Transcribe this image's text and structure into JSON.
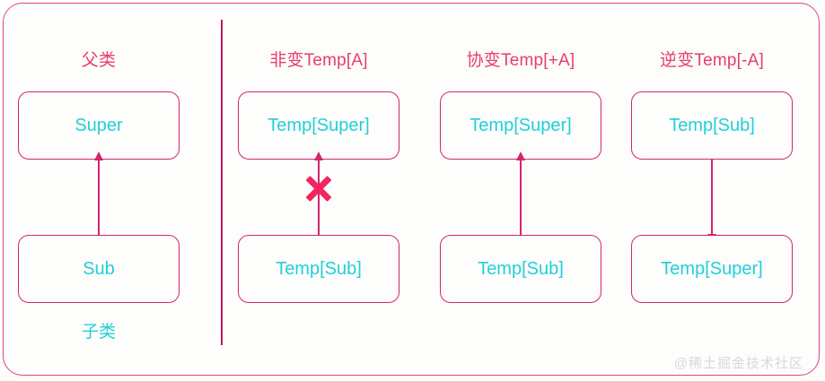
{
  "diagram": {
    "title_present": false,
    "colors": {
      "frame_border": "#e0447e",
      "box_border": "#d4256e",
      "box_text": "#22cfd8",
      "header_text": "#e83e6a",
      "arrow": "#d4256e",
      "x_mark": "#f4245e",
      "divider": "#c2185b",
      "watermark": "#d8d8d8",
      "background": "#fdfdfc"
    },
    "columns": [
      {
        "id": "inheritance",
        "header": "父类",
        "footer": "子类",
        "top_box": "Super",
        "bottom_box": "Sub",
        "arrow_direction": "up",
        "blocked": false
      },
      {
        "id": "invariant",
        "header": "非变Temp[A]",
        "footer": "",
        "top_box": "Temp[Super]",
        "bottom_box": "Temp[Sub]",
        "arrow_direction": "up",
        "blocked": true
      },
      {
        "id": "covariant",
        "header": "协变Temp[+A]",
        "footer": "",
        "top_box": "Temp[Super]",
        "bottom_box": "Temp[Sub]",
        "arrow_direction": "up",
        "blocked": false
      },
      {
        "id": "contravariant",
        "header": "逆变Temp[-A]",
        "footer": "",
        "top_box": "Temp[Sub]",
        "bottom_box": "Temp[Super]",
        "arrow_direction": "down",
        "blocked": false
      }
    ],
    "watermark": "@稀土掘金技术社区"
  }
}
